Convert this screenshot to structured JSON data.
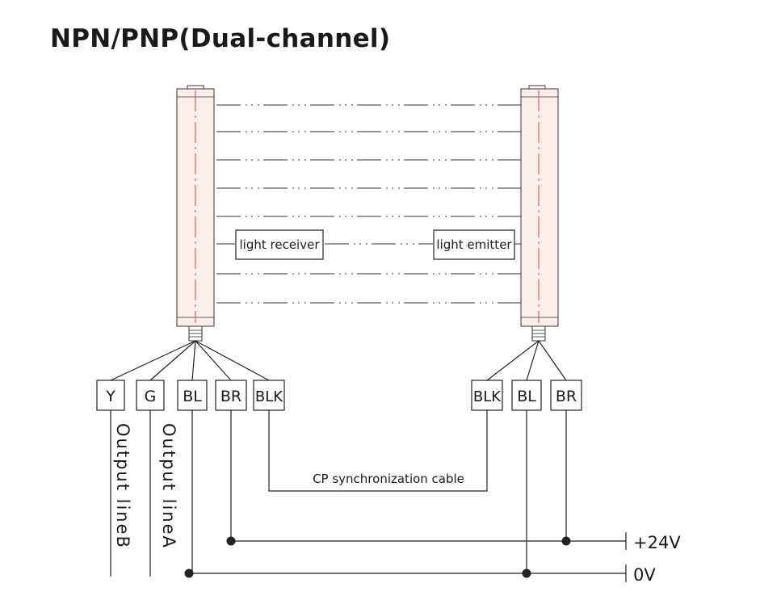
{
  "title": "NPN/PNP(Dual-channel)",
  "receiver_label": "light receiver",
  "emitter_label": "light emitter",
  "receiver_wires": [
    "Y",
    "G",
    "BL",
    "BR",
    "BLK"
  ],
  "emitter_wires": [
    "BLK",
    "BL",
    "BR"
  ],
  "output_line_b": "Output lineB",
  "output_line_a": "Output lineA",
  "sync_cable_label": "CP synchronization cable",
  "plus_24v_label": "+24V",
  "zero_v_label": "0V",
  "colors": {
    "line": "#222222",
    "housing_fill": "#fbefec",
    "center_line": "#e0413a"
  }
}
